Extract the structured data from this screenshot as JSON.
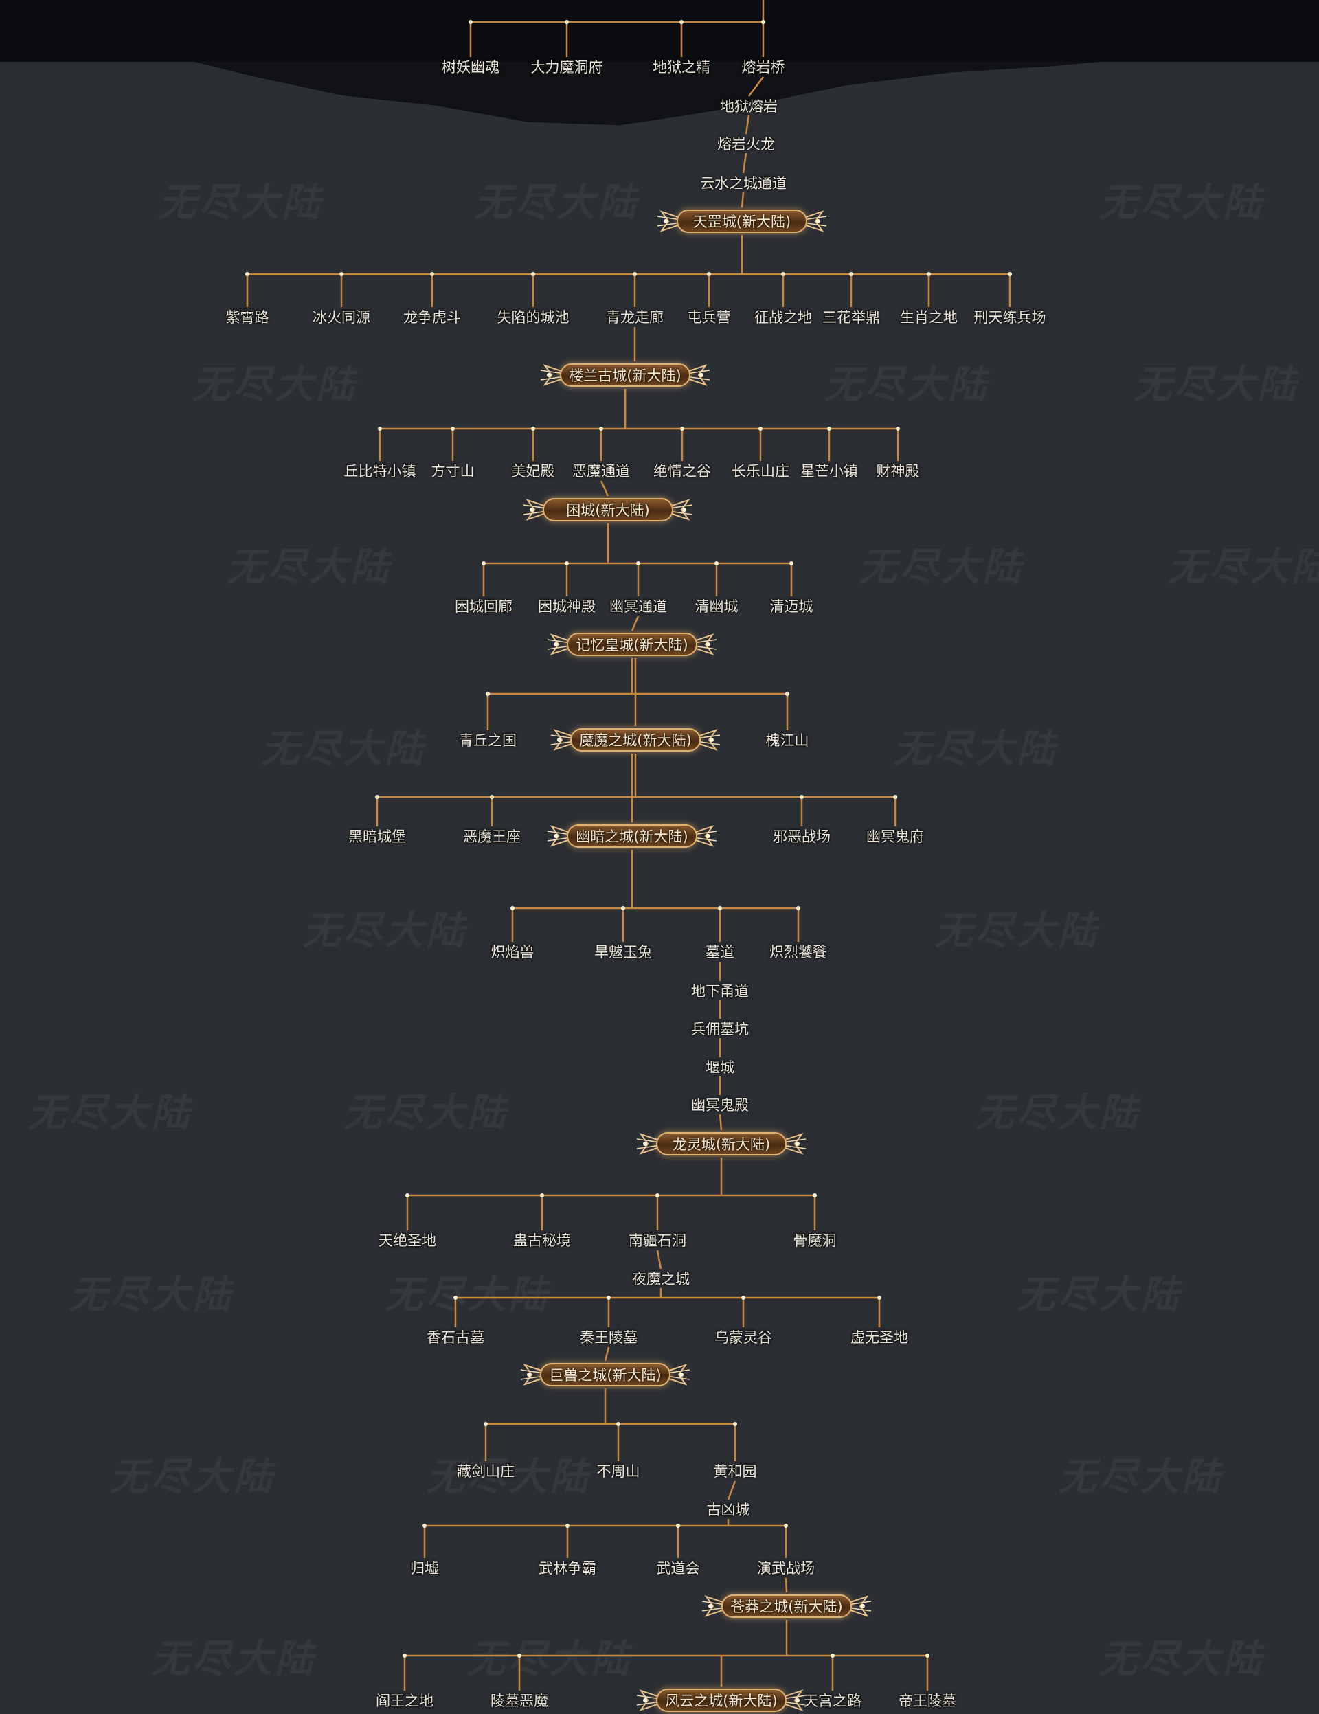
{
  "watermark": "无尽大陆",
  "colors": {
    "line": "#c8893f",
    "node_text": "#eae4d8",
    "city_border": "#e0b271"
  },
  "nodes": {
    "n1": "树妖幽魂",
    "n2": "大力魔洞府",
    "n3": "地狱之精",
    "n4": "熔岩桥",
    "n5": "地狱熔岩",
    "n6": "熔岩火龙",
    "n7": "云水之城通道",
    "c1": "天罡城(新大陆)",
    "r1a": "紫霄路",
    "r1b": "冰火同源",
    "r1c": "龙争虎斗",
    "r1d": "失陷的城池",
    "r1e": "青龙走廊",
    "r1f": "屯兵营",
    "r1g": "征战之地",
    "r1h": "三花举鼎",
    "r1i": "生肖之地",
    "r1j": "刑天练兵场",
    "c2": "楼兰古城(新大陆)",
    "r2a": "丘比特小镇",
    "r2b": "方寸山",
    "r2c": "美妃殿",
    "r2d": "恶魔通道",
    "r2e": "绝情之谷",
    "r2f": "长乐山庄",
    "r2g": "星芒小镇",
    "r2h": "财神殿",
    "c3": "困城(新大陆)",
    "r3a": "困城回廊",
    "r3b": "困城神殿",
    "r3c": "幽冥通道",
    "r3d": "清幽城",
    "r3e": "清迈城",
    "c4": "记忆皇城(新大陆)",
    "r4a": "青丘之国",
    "c5": "魔魔之城(新大陆)",
    "r4b": "槐江山",
    "r5a": "黑暗城堡",
    "r5b": "恶魔王座",
    "c6": "幽暗之城(新大陆)",
    "r5c": "邪恶战场",
    "r5d": "幽冥鬼府",
    "r6a": "炽焰兽",
    "r6b": "旱魃玉兔",
    "r6c": "墓道",
    "r6d": "炽烈饕餮",
    "v1": "地下甬道",
    "v2": "兵佣墓坑",
    "v3": "堰城",
    "v4": "幽冥鬼殿",
    "c7": "龙灵城(新大陆)",
    "r7a": "天绝圣地",
    "r7b": "蛊古秘境",
    "r7c": "南疆石洞",
    "r7d": "骨魔洞",
    "v5": "夜魔之城",
    "r8a": "香石古墓",
    "r8b": "秦王陵墓",
    "r8c": "乌蒙灵谷",
    "r8d": "虚无圣地",
    "c8": "巨兽之城(新大陆)",
    "r9a": "藏剑山庄",
    "r9b": "不周山",
    "r9c": "黄和园",
    "v6": "古凶城",
    "r10a": "归墟",
    "r10b": "武林争霸",
    "r10c": "武道会",
    "r10d": "演武战场",
    "c9": "苍莽之城(新大陆)",
    "r11a": "阎王之地",
    "r11b": "陵墓恶魔",
    "c10": "风云之城(新大陆)",
    "r11c": "天宫之路",
    "r11d": "帝王陵墓"
  }
}
